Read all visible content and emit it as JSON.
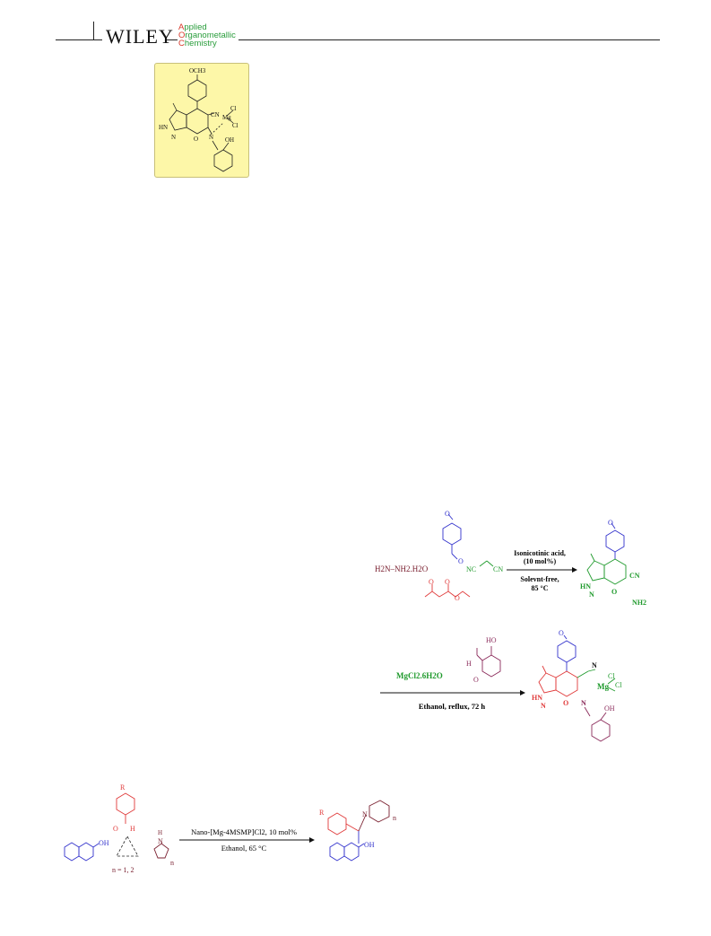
{
  "header": {
    "publisher": "WILEY",
    "journal_lines": [
      {
        "initial": "A",
        "rest": "pplied"
      },
      {
        "initial": "O",
        "rest": "rganometallic"
      },
      {
        "initial": "C",
        "rest": "hemistry"
      }
    ]
  },
  "complex_graphic": {
    "background": "#fdf7a8",
    "labels": {
      "och3": "OCH3",
      "cn": "CN",
      "mg": "Mg",
      "cl_top": "Cl",
      "cl_bottom": "Cl",
      "hn": "HN",
      "n_ring": "N",
      "o_ring": "O",
      "n_imine": "N",
      "oh": "OH"
    }
  },
  "scheme_synthesis": {
    "reagents": {
      "hydrazine": "H2N–NH2.H2O",
      "malononitrile_nc": "NC",
      "malononitrile_cn": "CN",
      "aldehyde_o": "O"
    },
    "conditions_above": [
      "Isonicotinic acid,",
      "(10 mol%)"
    ],
    "conditions_below": [
      "Solevnt-free,",
      "85 °C"
    ],
    "product_labels": {
      "cn": "CN",
      "hn": "HN",
      "n": "N",
      "o": "O",
      "nh2": "NH2"
    }
  },
  "scheme_complexation": {
    "reagent_mg": "MgCl2.6H2O",
    "salicyl_h": "H",
    "salicyl_o": "O",
    "salicyl_ho": "HO",
    "conditions_below": "Ethanol, reflux, 72 h",
    "product_labels": {
      "n_top": "N",
      "mg": "Mg",
      "cl1": "Cl",
      "cl2": "Cl",
      "hn": "HN",
      "n": "N",
      "o": "O",
      "n_imine": "N",
      "oh": "OH"
    }
  },
  "scheme_catalysis": {
    "reactant_labels": {
      "r": "R",
      "cho_o": "O",
      "cho_h": "H",
      "oh": "OH",
      "amine_h": "H",
      "amine_n": "N",
      "n_sub": "n"
    },
    "n_values": "n = 1, 2",
    "conditions_above": "Nano-[Mg-4MSMP]Cl2, 10 mol%",
    "conditions_below": "Ethanol, 65 °C",
    "product_labels": {
      "r": "R",
      "n_amine": "N",
      "n_sub": "n",
      "oh": "OH"
    }
  },
  "colors": {
    "blue": "#3333cc",
    "red": "#e03a3a",
    "green": "#1f9a2c",
    "maroon": "#7a2030",
    "purple": "#8b2a5a",
    "ink": "#111111"
  }
}
